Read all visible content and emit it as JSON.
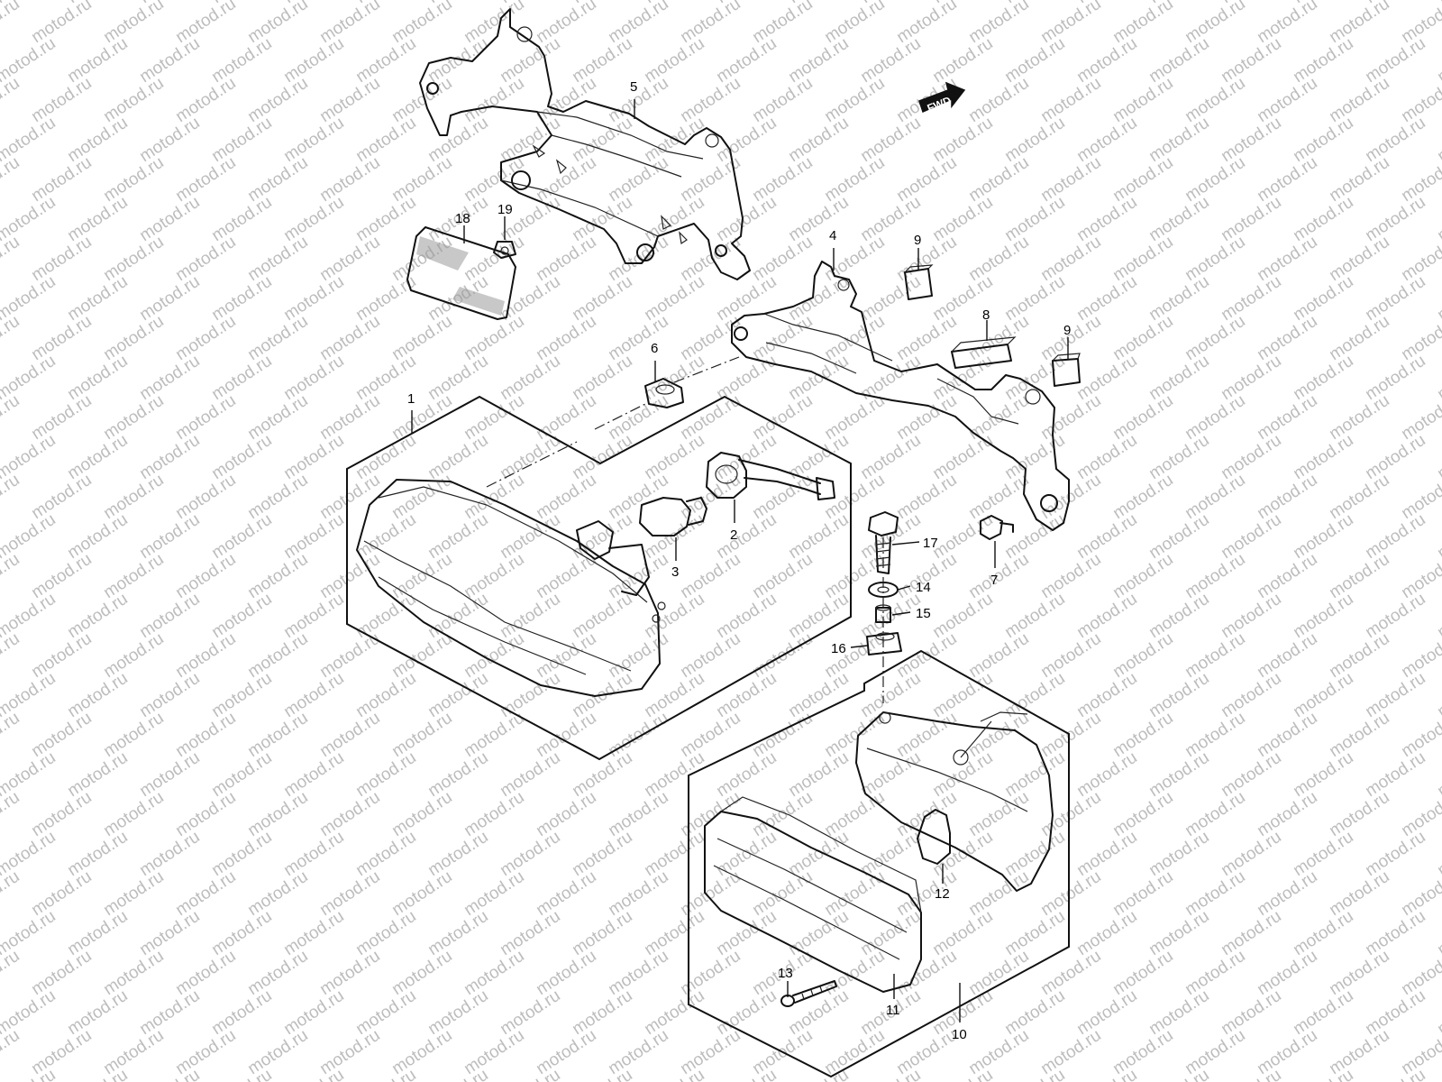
{
  "watermark": {
    "text": "motod.ru"
  },
  "fwd_badge": {
    "text": "FWD"
  },
  "parts": [
    {
      "id": "1",
      "label": "1"
    },
    {
      "id": "2",
      "label": "2"
    },
    {
      "id": "3",
      "label": "3"
    },
    {
      "id": "4",
      "label": "4"
    },
    {
      "id": "5",
      "label": "5"
    },
    {
      "id": "6",
      "label": "6"
    },
    {
      "id": "7",
      "label": "7"
    },
    {
      "id": "8",
      "label": "8"
    },
    {
      "id": "9a",
      "label": "9"
    },
    {
      "id": "9b",
      "label": "9"
    },
    {
      "id": "10",
      "label": "10"
    },
    {
      "id": "11",
      "label": "11"
    },
    {
      "id": "12",
      "label": "12"
    },
    {
      "id": "13",
      "label": "13"
    },
    {
      "id": "14",
      "label": "14"
    },
    {
      "id": "15",
      "label": "15"
    },
    {
      "id": "16",
      "label": "16"
    },
    {
      "id": "17",
      "label": "17"
    },
    {
      "id": "18",
      "label": "18"
    },
    {
      "id": "19",
      "label": "19"
    }
  ]
}
